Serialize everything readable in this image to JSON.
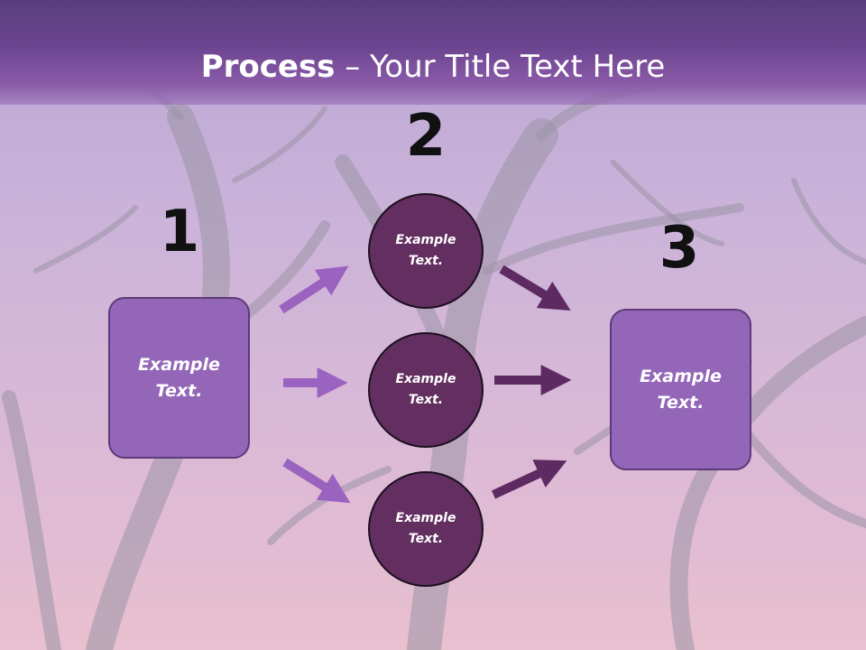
{
  "title": {
    "bold": "Process",
    "rest": " – Your Title Text Here"
  },
  "steps": [
    {
      "number": "1",
      "box_text": [
        "Example",
        "Text."
      ]
    },
    {
      "number": "2",
      "circles": [
        [
          "Example",
          "Text."
        ],
        [
          "Example",
          "Text."
        ],
        [
          "Example",
          "Text."
        ]
      ]
    },
    {
      "number": "3",
      "box_text": [
        "Example",
        "Text."
      ]
    }
  ],
  "colors": {
    "title_bar": "#6c4590",
    "box_fill": "#9466b8",
    "circle_fill": "#622f60",
    "arrow_light": "#9a63c0",
    "arrow_dark": "#5e2a62"
  }
}
